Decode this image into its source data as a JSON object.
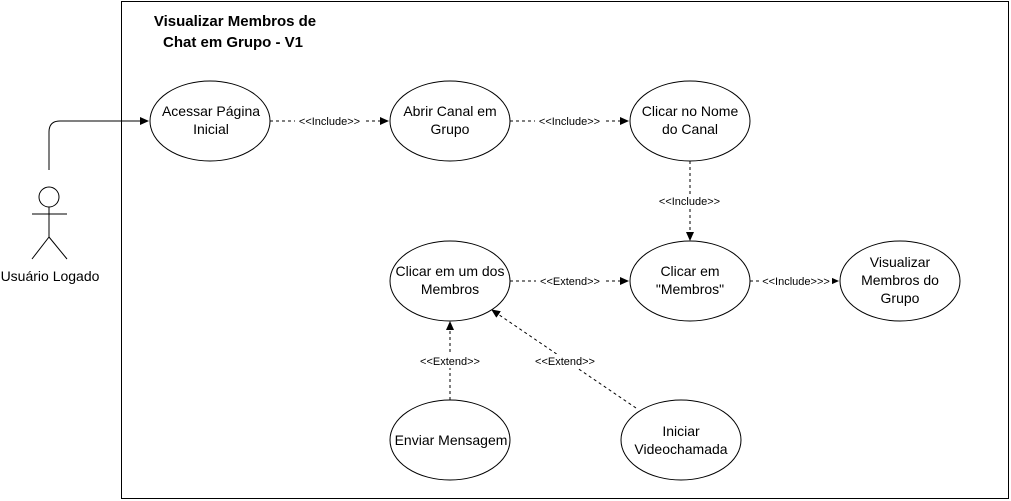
{
  "system": {
    "title_line1": "Visualizar Membros de",
    "title_line2": "Chat em Grupo - V1"
  },
  "actor": {
    "label": "Usuário Logado"
  },
  "use_cases": {
    "acessar": {
      "line1": "Acessar Página",
      "line2": "Inicial"
    },
    "abrir": {
      "line1": "Abrir Canal em",
      "line2": "Grupo"
    },
    "clicar_nome": {
      "line1": "Clicar no Nome",
      "line2": "do Canal"
    },
    "clicar_membros": {
      "line1": "Clicar em",
      "line2": "\"Membros\""
    },
    "visualizar": {
      "line1": "Visualizar",
      "line2": "Membros do",
      "line3": "Grupo"
    },
    "clicar_um": {
      "line1": "Clicar em um dos",
      "line2": "Membros"
    },
    "enviar": {
      "line1": "Enviar Mensagem"
    },
    "iniciar": {
      "line1": "Iniciar",
      "line2": "Videochamada"
    }
  },
  "relations": {
    "r1": "<<Include>>",
    "r2": "<<Include>>",
    "r3": "<<Include>>",
    "r4": "<<Extend>>",
    "r5": "<<Include>>>",
    "r6": "<<Extend>>",
    "r7": "<<Extend>>"
  },
  "colors": {
    "stroke": "#000000",
    "background": "#ffffff"
  }
}
